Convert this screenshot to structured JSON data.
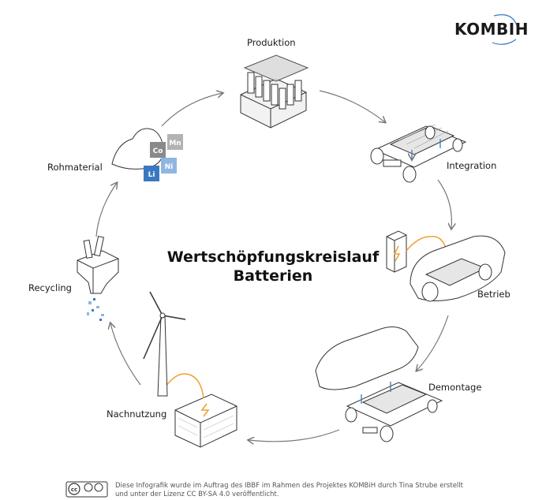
{
  "title": {
    "line1": "Wertschöpfungskreislauf",
    "line2": "Batterien"
  },
  "logo": {
    "text_left": "KOMBI",
    "text_right": "H"
  },
  "stages": {
    "produktion": "Produktion",
    "integration": "Integration",
    "betrieb": "Betrieb",
    "demontage": "Demontage",
    "nachnutzung": "Nachnutzung",
    "recycling": "Recycling",
    "rohmaterial": "Rohmaterial"
  },
  "elements": {
    "co": "Co",
    "mn": "Mn",
    "li": "Li",
    "ni": "Ni"
  },
  "footer": {
    "line1": "Diese Infografik wurde im Auftrag des  IBBF im Rahmen des Projektes KOMBiH durch Tina Strube erstellt",
    "line2": "und unter der Lizenz CC BY-SA 4.0 veröffentlicht.",
    "cc_badge": "cc"
  },
  "colors": {
    "accent_orange": "#f0a030",
    "accent_blue": "#3a78c2",
    "light_blue": "#8fb6e3",
    "outline": "#333333",
    "arrow": "#777777"
  }
}
